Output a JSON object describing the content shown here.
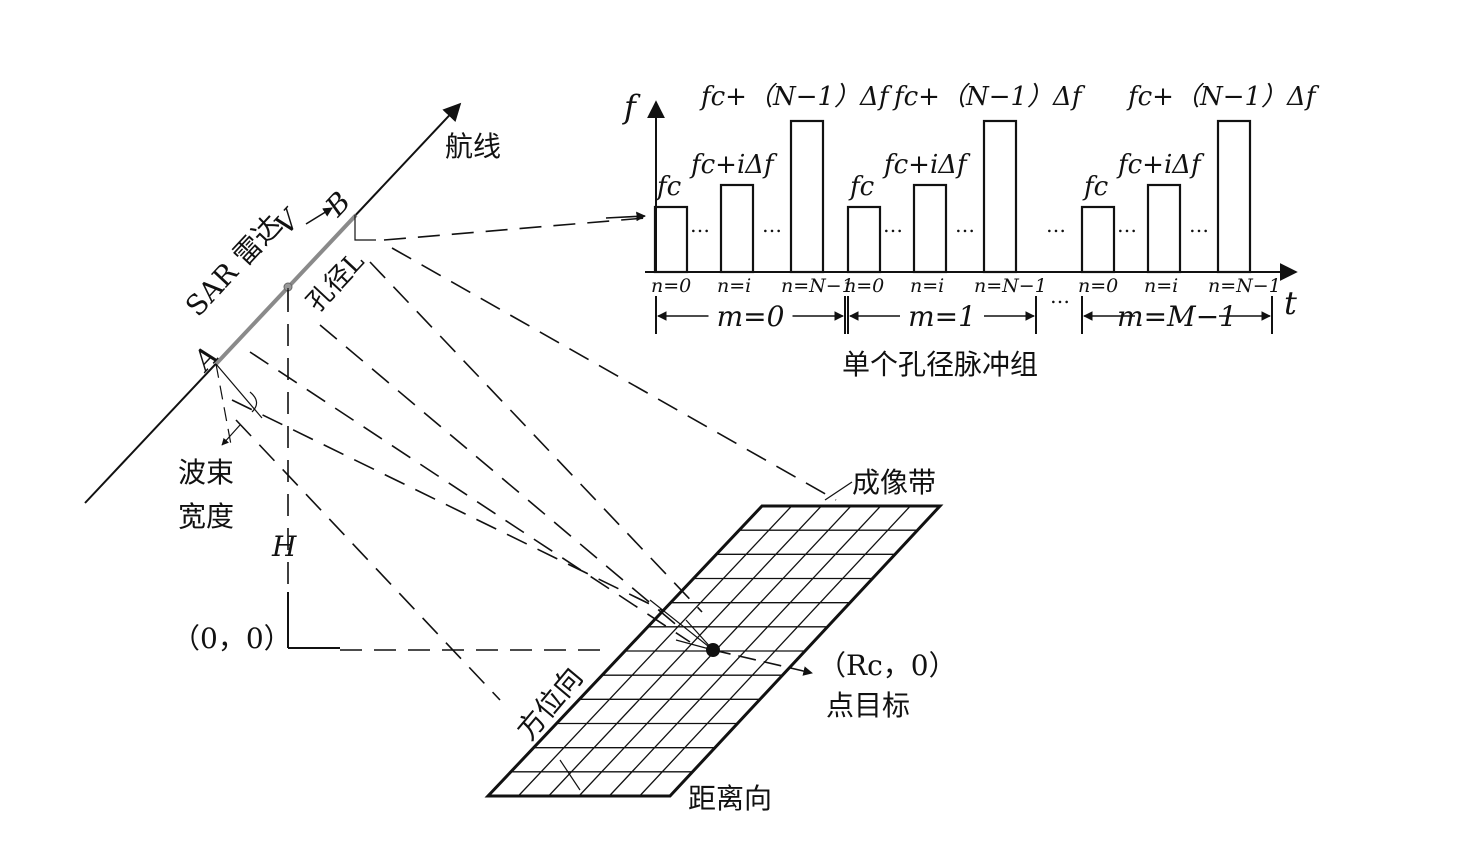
{
  "labels": {
    "flight_path": "航线",
    "sar_radar": "SAR 雷达",
    "point_a": "A",
    "point_b": "B",
    "velocity": "V",
    "aperture": "孔径L",
    "beam_width_1": "波束",
    "beam_width_2": "宽度",
    "height": "H",
    "origin": "（0，0）",
    "imaging_swath": "成像带",
    "azimuth_dir": "方位向",
    "range_dir": "距离向",
    "target_coord": "（Rc，0）",
    "point_target": "点目标",
    "pulse_group": "单个孔径脉冲组",
    "axis_f": "f",
    "axis_t": "t",
    "ellipsis": "…",
    "freq_fc": "fc",
    "freq_fi": "fc+iΔf",
    "freq_fmax": "fc+（N−1）Δf",
    "n0": "n=0",
    "ni": "n=i",
    "nN": "n=N−1",
    "m0": "m=0",
    "m1": "m=1",
    "mM": "m=M−1"
  }
}
